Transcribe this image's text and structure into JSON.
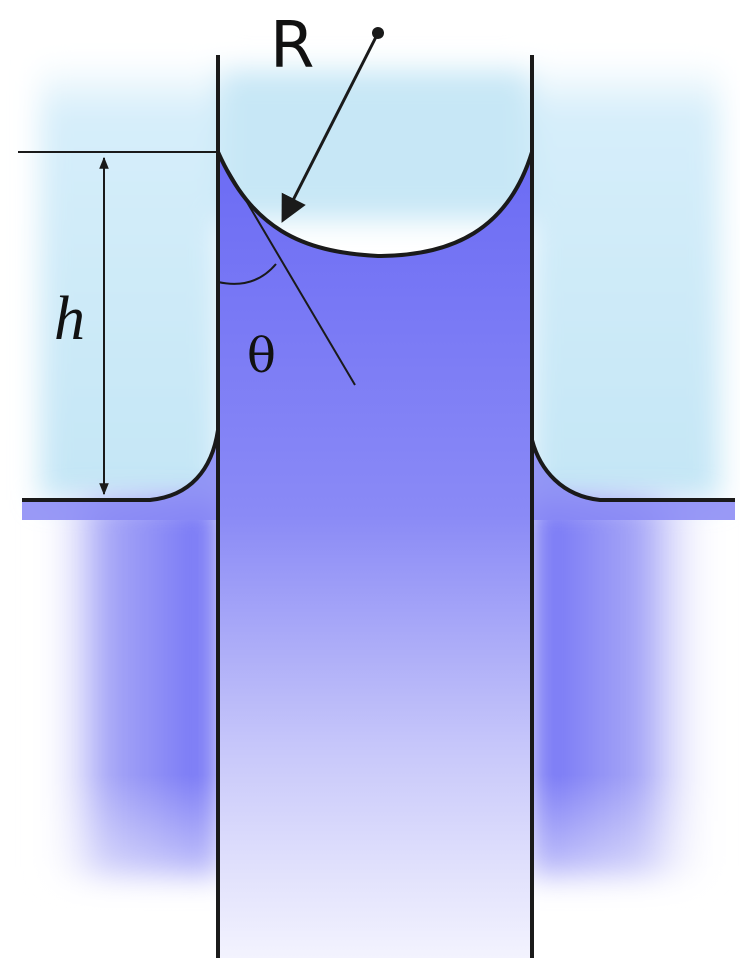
{
  "labels": {
    "radius": "R",
    "height": "h",
    "angle": "θ"
  },
  "colors": {
    "liquid": "#6f6ff5",
    "air": "#b8e0f5",
    "line": "#1a1a1a"
  }
}
